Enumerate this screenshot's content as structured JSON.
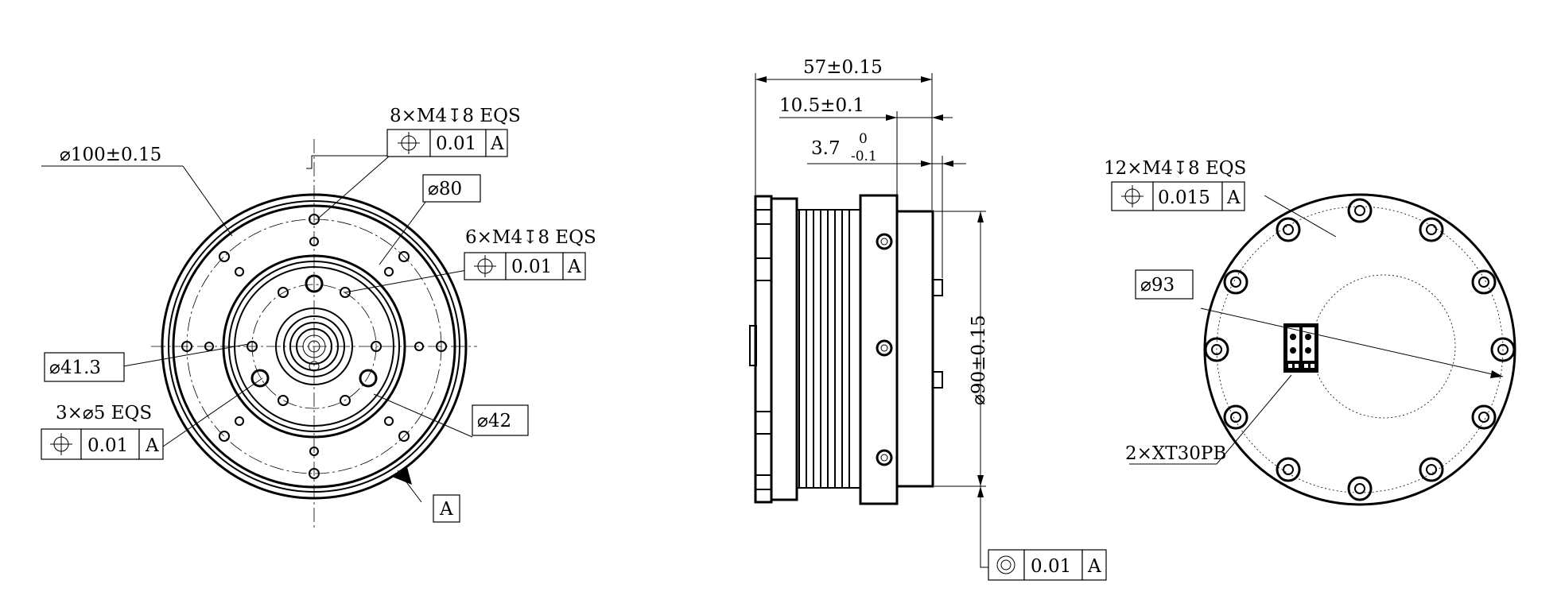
{
  "front_view": {
    "dia_outer": "⌀100±0.15",
    "outer_holes": "8×M4↧8 EQS",
    "outer_holes_fcf": {
      "tol": "0.01",
      "datum": "A"
    },
    "dia_80": "⌀80",
    "inner_holes": "6×M4↧8 EQS",
    "inner_holes_fcf": {
      "tol": "0.01",
      "datum": "A"
    },
    "dia_41": "⌀41.3",
    "pin_holes": "3×⌀5 EQS",
    "pin_holes_fcf": {
      "tol": "0.01",
      "datum": "A"
    },
    "dia_42": "⌀42",
    "datum_label": "A"
  },
  "side_view": {
    "length_total": "57±0.15",
    "length_mid": "10.5±0.1",
    "length_small_base": "3.7",
    "length_small_upper": "0",
    "length_small_lower": "-0.1",
    "dia_90": "⌀90±0.15",
    "concentricity_fcf": {
      "tol": "0.01",
      "datum": "A"
    }
  },
  "rear_view": {
    "holes": "12×M4↧8 EQS",
    "holes_fcf": {
      "tol": "0.015",
      "datum": "A"
    },
    "dia_93": "⌀93",
    "connector": "2×XT30PB"
  }
}
